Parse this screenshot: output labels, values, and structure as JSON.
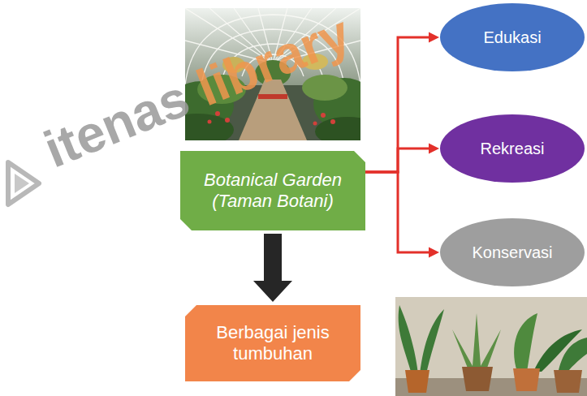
{
  "diagram": {
    "nodes": [
      {
        "text": [
          "Botanical Garden (Taman Botani)"
        ]
      },
      {
        "text": [
          "Edukasi"
        ]
      },
      {
        "text": [
          "Rekreasi"
        ]
      },
      {
        "text": [
          "Konservasi"
        ]
      },
      {
        "text": [
          "Berbagai jenis tumbuhan"
        ]
      }
    ],
    "edges": [
      {
        "from": 0,
        "to": 1,
        "arrow": "to"
      },
      {
        "from": 0,
        "to": 2,
        "arrow": "to"
      },
      {
        "from": 0,
        "to": 3,
        "arrow": "to"
      },
      {
        "from": 0,
        "to": 4,
        "arrow": "to"
      }
    ],
    "labels": [
      "itenas",
      "library"
    ]
  }
}
